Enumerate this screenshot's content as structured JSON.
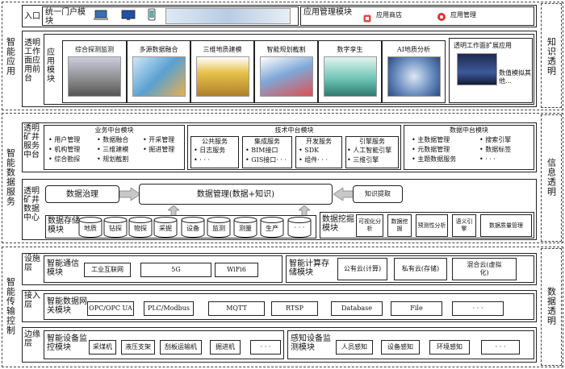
{
  "sections": {
    "app": {
      "title": "智能应用",
      "right": "知识透明"
    },
    "data": {
      "title": "智能数据服务",
      "right": "信息透明"
    },
    "trans": {
      "title": "智能传输控制",
      "right": "数据透明"
    }
  },
  "portal": {
    "label": "入口",
    "unified": "统一门户模块",
    "app_mgmt_module": "应用管理模块",
    "store": "应用商店",
    "mgmt": "应用管理"
  },
  "front": {
    "title": "透明工作面应用前台",
    "module": "应用模块",
    "apps": [
      "综合探测监测",
      "多源数据融合",
      "三维地质建模",
      "智能规划截割",
      "数字孪生",
      "AI地质分析"
    ],
    "ext_title": "透明工作面扩展应用",
    "ext_note": "数值模拟其他…"
  },
  "middle": {
    "title": "透明矿井服务中台",
    "biz": {
      "title": "业务中台模块",
      "items": [
        "用户管理",
        "数据融合",
        "开采管理",
        "机构管理",
        "三维建模",
        "掘进管理",
        "综合勘探",
        "规划截割"
      ]
    },
    "tech": {
      "title": "技术中台模块",
      "groups": [
        {
          "name": "公共服务",
          "items": [
            "日志服务",
            "· · ·"
          ]
        },
        {
          "name": "集成服务",
          "items": [
            "BIM接口",
            "GIS接口· · ·"
          ]
        },
        {
          "name": "开发服务",
          "items": [
            "SDK",
            "组件· · ·"
          ]
        },
        {
          "name": "引擎服务",
          "items": [
            "人工智能引擎",
            "三维引擎"
          ]
        }
      ]
    },
    "datamid": {
      "title": "数据中台模块",
      "items": [
        "主数据管理",
        "搜索引擎",
        "元数据管理",
        "数据标签",
        "主题数据服务",
        "· · ·"
      ]
    }
  },
  "center": {
    "title": "透明矿井数据中心",
    "governance": "数据治理",
    "management": "数据管理(数据+知识)",
    "knowledge": "知识提取",
    "storage": "数据存储模块",
    "stores": [
      "地质",
      "钻探",
      "物探",
      "采掘",
      "设备",
      "监测",
      "测量",
      "生产",
      "· · ·"
    ],
    "mining": "数据挖掘模块",
    "mining_items": [
      "可视化分析",
      "数据挖掘",
      "预测性分析",
      "语义引擎",
      "数据质量管理"
    ]
  },
  "service_layer": {
    "title": "设施层",
    "comm": "智能通信模块",
    "comm_items": [
      "工业互联网",
      "5G",
      "WiFi6"
    ],
    "compute": "智能计算存储模块",
    "compute_items": [
      "公有云(计算)",
      "私有云(存储)",
      "混合云(虚拟化)"
    ]
  },
  "access_layer": {
    "title": "接入层",
    "gateway": "智能数据网关模块",
    "protocols": [
      "OPC/OPC UA",
      "PLC/Modbus",
      "MQTT",
      "RTSP",
      "Database",
      "File",
      "· · ·"
    ]
  },
  "edge_layer": {
    "title": "边缘层",
    "monitor": "智能设备监控模块",
    "devices": [
      "采煤机",
      "液压支架",
      "刮板运输机",
      "掘进机",
      "· · ·"
    ],
    "sensing": "感知设备监测模块",
    "sensors": [
      "人员感知",
      "设备感知",
      "环境感知",
      "· · ·"
    ]
  },
  "colors": {
    "line": "#222222",
    "dash": "#444444",
    "arrow": "#c8c8c8"
  }
}
